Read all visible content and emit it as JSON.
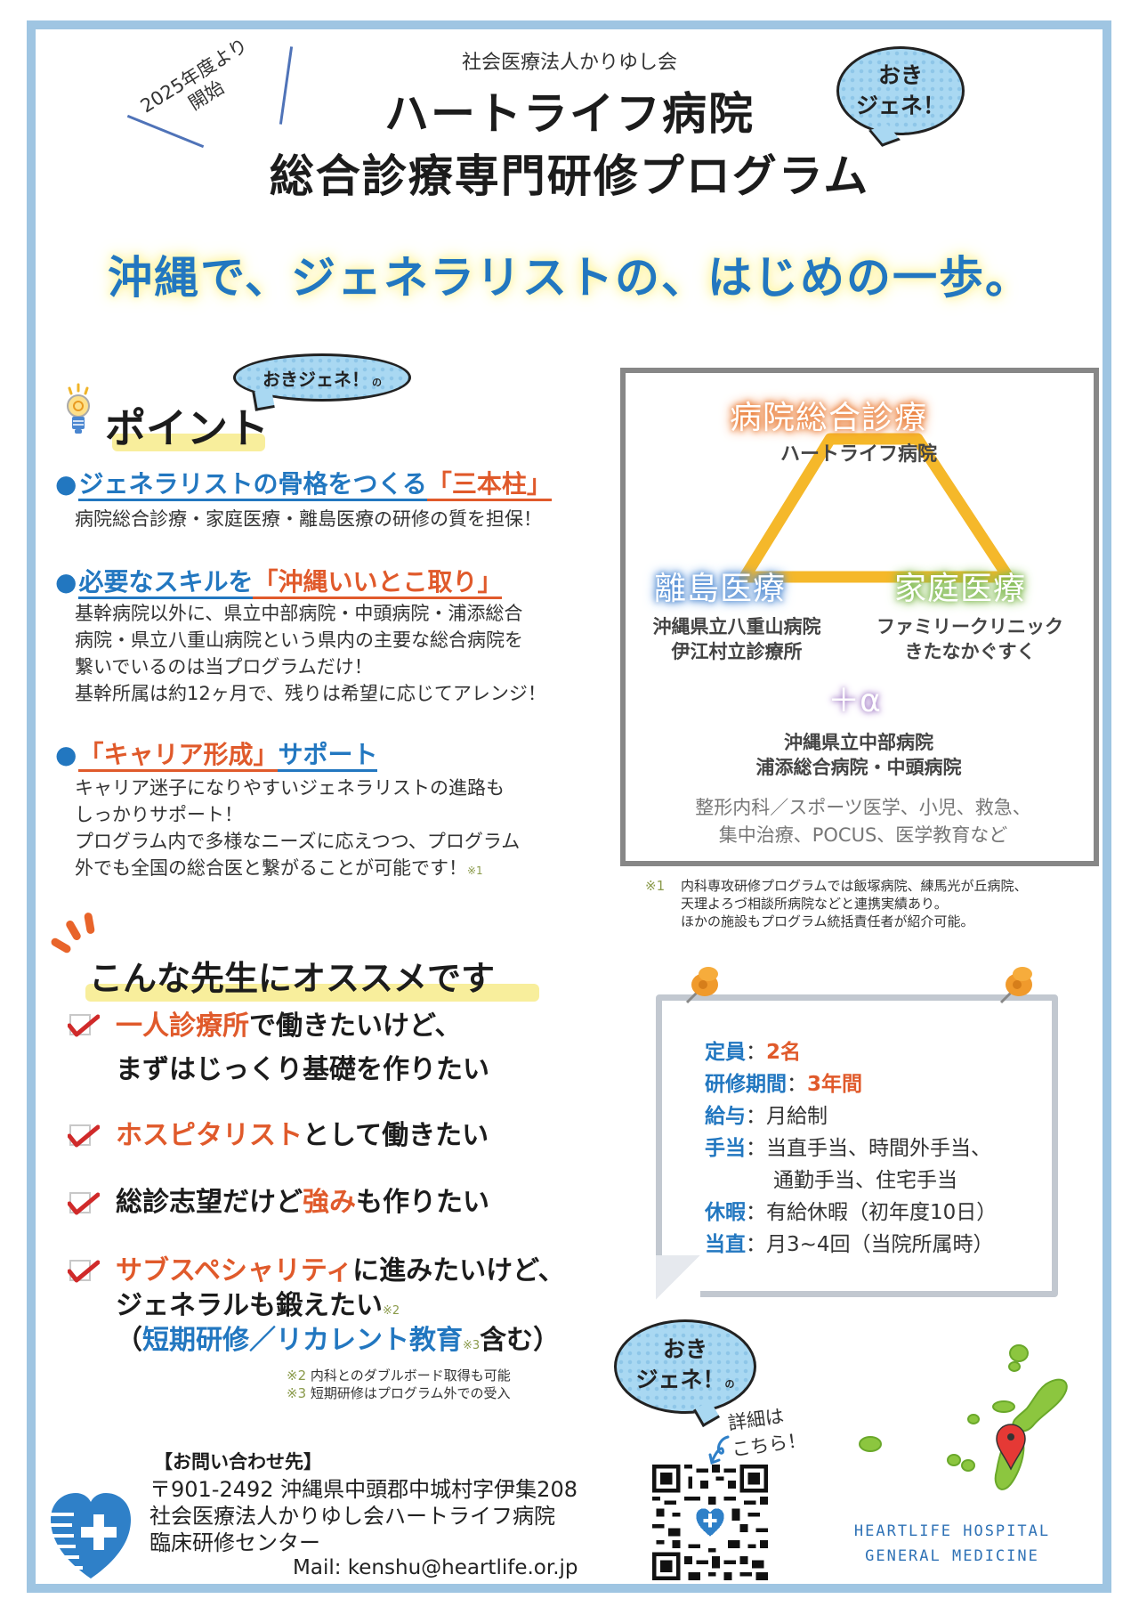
{
  "header": {
    "organization": "社会医療法人かりゆし会",
    "title_line1": "ハートライフ病院",
    "title_line2": "総合診療専門研修プログラム",
    "since_line1": "2025年度より",
    "since_line2": "開始",
    "bubble_line1": "おき",
    "bubble_line2": "ジェネ！"
  },
  "tagline": "沖縄で、ジェネラリストの、はじめの一歩。",
  "points": {
    "bubble_text": "おきジェネ！",
    "bubble_suffix": "の",
    "heading": "ポイント",
    "items": [
      {
        "head_part1": "ジェネラリストの骨格をつくる",
        "head_part2": "「三本柱」",
        "body": "病院総合診療・家庭医療・離島医療の研修の質を担保！"
      },
      {
        "head_part1": "必要なスキルを",
        "head_part2": "「沖縄いいとこ取り」",
        "body": "基幹病院以外に、県立中部病院・中頭病院・浦添総合\n病院・県立八重山病院という県内の主要な総合病院を\n繋いでいるのは当プログラムだけ！\n基幹所属は約12ヶ月で、残りは希望に応じてアレンジ！"
      },
      {
        "head_part1": "「キャリア形成」",
        "head_part2": "サポート",
        "body": "キャリア迷子になりやすいジェネラリストの進路も\nしっかりサポート！\nプログラム内で多様なニーズに応えつつ、プログラム\n外でも全国の総合医と繋がることが可能です！",
        "note_mark": "※1"
      }
    ]
  },
  "diagram": {
    "top": {
      "label": "病院総合診療",
      "sub": "ハートライフ病院",
      "color": "#e8742a"
    },
    "left": {
      "label": "離島医療",
      "sub_line1": "沖縄県立八重山病院",
      "sub_line2": "伊江村立診療所",
      "color": "#4a86d0"
    },
    "right": {
      "label": "家庭医療",
      "sub_line1": "ファミリークリニック",
      "sub_line2": "きたなかぐすく",
      "color": "#7ab648"
    },
    "triangle_color": "#f5b82a",
    "plus": {
      "label": "＋α",
      "sub_line1": "沖縄県立中部病院",
      "sub_line2": "浦添総合病院・中頭病院",
      "color": "#9a72c0"
    },
    "fields": "整形内科／スポーツ医学、小児、救急、\n集中治療、POCUS、医学教育など"
  },
  "footnote1": {
    "mark": "※1",
    "text": "内科専攻研修プログラムでは飯塚病院、練馬光が丘病院、\n天理よろづ相談所病院などと連携実績あり。\nほかの施設もプログラム統括責任者が紹介可能。"
  },
  "recommend": {
    "heading": "こんな先生にオススメです",
    "items": [
      {
        "red": "一人診療所",
        "rest": "で働きたいけど、",
        "line2": "まずはじっくり基礎を作りたい"
      },
      {
        "red": "ホスピタリスト",
        "rest": "として働きたい"
      },
      {
        "pre": "総診志望だけど",
        "red": "強み",
        "rest": "も作りたい"
      },
      {
        "red": "サブスペシャリティ",
        "rest": "に進みたいけど、",
        "line2": "ジェネラルも鍛えたい",
        "line2_note": "※2",
        "line3_open": "（",
        "line3_blue": "短期研修／リカレント教育",
        "line3_note": "※3",
        "line3_close": "含む）"
      }
    ],
    "footnotes": [
      {
        "mark": "※2",
        "text": "内科とのダブルボード取得も可能"
      },
      {
        "mark": "※3",
        "text": "短期研修はプログラム外での受入"
      }
    ]
  },
  "conditions": {
    "rows": [
      {
        "label": "定員",
        "value": "2名",
        "highlight": true
      },
      {
        "label": "研修期間",
        "value": "3年間",
        "highlight": true
      },
      {
        "label": "給与",
        "value": "月給制"
      },
      {
        "label": "手当",
        "value": "当直手当、時間外手当、",
        "value2": "通勤手当、住宅手当"
      },
      {
        "label": "休暇",
        "value": "有給休暇（初年度10日）"
      },
      {
        "label": "当直",
        "value": "月3~4回（当院所属時）"
      }
    ],
    "separator": "："
  },
  "contact": {
    "heading": "【お問い合わせ先】",
    "address": "〒901-2492  沖縄県中頭郡中城村字伊集208\n社会医療法人かりゆし会ハートライフ病院\n臨床研修センター",
    "mail": "Mail:  kenshu@heartlife.or.jp"
  },
  "qr_section": {
    "bubble_line1": "おき",
    "bubble_line2": "ジェネ！",
    "bubble_suffix": "の",
    "detail_text": "詳細は\nこちら！"
  },
  "map_label": {
    "line1": "HEARTLIFE HOSPITAL",
    "line2": "GENERAL MEDICINE"
  },
  "colors": {
    "frame": "#9fc5e2",
    "brand_blue": "#2277c0",
    "accent_red": "#e05a2b",
    "highlight_yellow": "#f8ee9c"
  }
}
